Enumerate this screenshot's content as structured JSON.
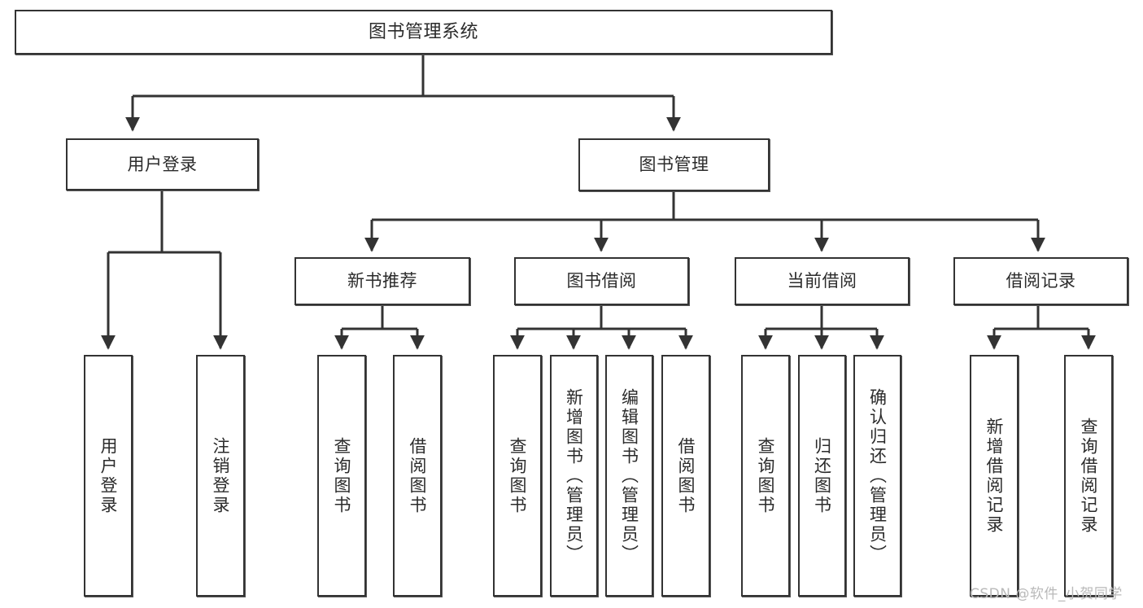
{
  "diagram": {
    "title_text": "图书管理系统",
    "colors": {
      "box_border": "#333333",
      "box_fill": "#ffffff",
      "connector": "#333333",
      "text": "#2b2b2b",
      "watermark": "#b9b9b9",
      "background": "#ffffff"
    },
    "levels": {
      "root": {
        "label": "图书管理系统"
      },
      "level2": [
        {
          "id": "user-login",
          "label": "用户登录"
        },
        {
          "id": "book-management",
          "label": "图书管理"
        }
      ],
      "level3": [
        {
          "id": "new-book-recommend",
          "label": "新书推荐"
        },
        {
          "id": "book-borrow",
          "label": "图书借阅"
        },
        {
          "id": "current-borrow",
          "label": "当前借阅"
        },
        {
          "id": "borrow-record",
          "label": "借阅记录"
        }
      ],
      "leaves": {
        "user_login": [
          {
            "id": "leaf-user-login",
            "label": "用户登录"
          },
          {
            "id": "leaf-logout-login",
            "label": "注销登录"
          }
        ],
        "new_book_recommend": [
          {
            "id": "leaf-query-book-1",
            "label": "查询图书"
          },
          {
            "id": "leaf-borrow-book-1",
            "label": "借阅图书"
          }
        ],
        "book_borrow": [
          {
            "id": "leaf-query-book-2",
            "label": "查询图书"
          },
          {
            "id": "leaf-add-book-admin",
            "label": "新增图书（管理员）"
          },
          {
            "id": "leaf-edit-book-admin",
            "label": "编辑图书（管理员）"
          },
          {
            "id": "leaf-borrow-book-2",
            "label": "借阅图书"
          }
        ],
        "current_borrow": [
          {
            "id": "leaf-query-book-3",
            "label": "查询图书"
          },
          {
            "id": "leaf-return-book",
            "label": "归还图书"
          },
          {
            "id": "leaf-confirm-return-admin",
            "label": "确认归还（管理员）"
          }
        ],
        "borrow_record": [
          {
            "id": "leaf-add-borrow-record",
            "label": "新增借阅记录"
          },
          {
            "id": "leaf-query-borrow-record",
            "label": "查询借阅记录"
          }
        ]
      }
    },
    "watermark": {
      "text": "CSDN @软件_小贺同学"
    }
  }
}
